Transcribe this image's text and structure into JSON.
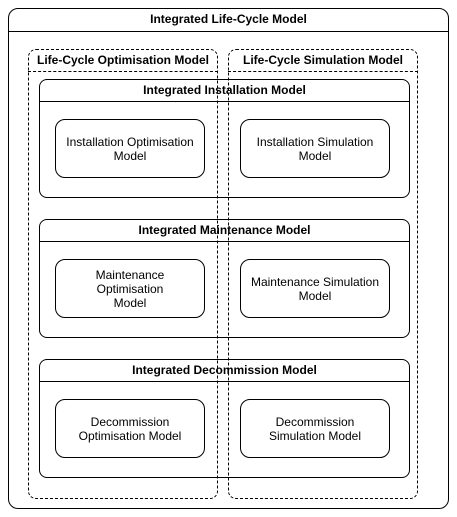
{
  "diagram": {
    "title": "Integrated Life-Cycle Model",
    "lanes": {
      "optimisation": "Life-Cycle Optimisation Model",
      "simulation": "Life-Cycle Simulation Model"
    },
    "groups": {
      "installation": {
        "title": "Integrated Installation Model",
        "optimisation": [
          "Installation Optimisation",
          "Model"
        ],
        "simulation": [
          "Installation Simulation",
          "Model"
        ]
      },
      "maintenance": {
        "title": "Integrated Maintenance Model",
        "optimisation": [
          "Maintenance Optimisation",
          "Model"
        ],
        "simulation": [
          "Maintenance Simulation",
          "Model"
        ]
      },
      "decommission": {
        "title": "Integrated Decommission Model",
        "optimisation": [
          "Decommission",
          "Optimisation Model"
        ],
        "simulation": [
          "Decommission",
          "Simulation Model"
        ]
      }
    }
  }
}
